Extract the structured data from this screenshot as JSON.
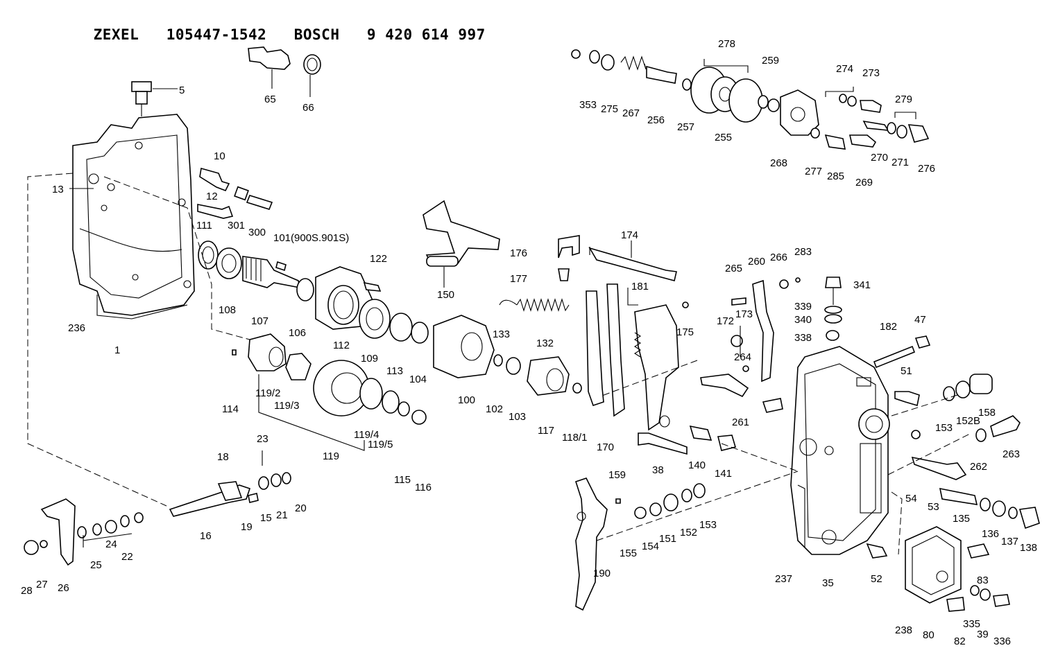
{
  "header": {
    "brand1": "ZEXEL",
    "part1": "105447-1542",
    "brand2": "BOSCH",
    "part2": "9 420 614 997"
  },
  "callouts": [
    "5",
    "65",
    "66",
    "10",
    "13",
    "12",
    "301",
    "300",
    "111",
    "108",
    "107",
    "236",
    "1",
    "106",
    "101(900S.901S)",
    "122",
    "112",
    "109",
    "113",
    "104",
    "150",
    "176",
    "177",
    "174",
    "133",
    "132",
    "100",
    "102",
    "103",
    "117",
    "118/1",
    "170",
    "181",
    "175",
    "172",
    "173",
    "264",
    "261",
    "265",
    "260",
    "266",
    "283",
    "341",
    "339",
    "340",
    "338",
    "182",
    "47",
    "51",
    "119/2",
    "119/3",
    "114",
    "119",
    "119/4",
    "119/5",
    "115",
    "116",
    "18",
    "23",
    "16",
    "19",
    "15",
    "21",
    "20",
    "24",
    "25",
    "22",
    "28",
    "27",
    "26",
    "159",
    "190",
    "155",
    "154",
    "151",
    "152",
    "153",
    "38",
    "140",
    "141",
    "237",
    "35",
    "52",
    "153",
    "152B",
    "158",
    "262",
    "263",
    "54",
    "53",
    "135",
    "136",
    "137",
    "138",
    "238",
    "80",
    "83",
    "82",
    "335",
    "39",
    "336",
    "353",
    "275",
    "267",
    "256",
    "257",
    "255",
    "278",
    "259",
    "268",
    "277",
    "285",
    "269",
    "270",
    "271",
    "276",
    "274",
    "273",
    "279"
  ],
  "icons": {
    "parts": "exploded-assembly-parts-icon"
  }
}
